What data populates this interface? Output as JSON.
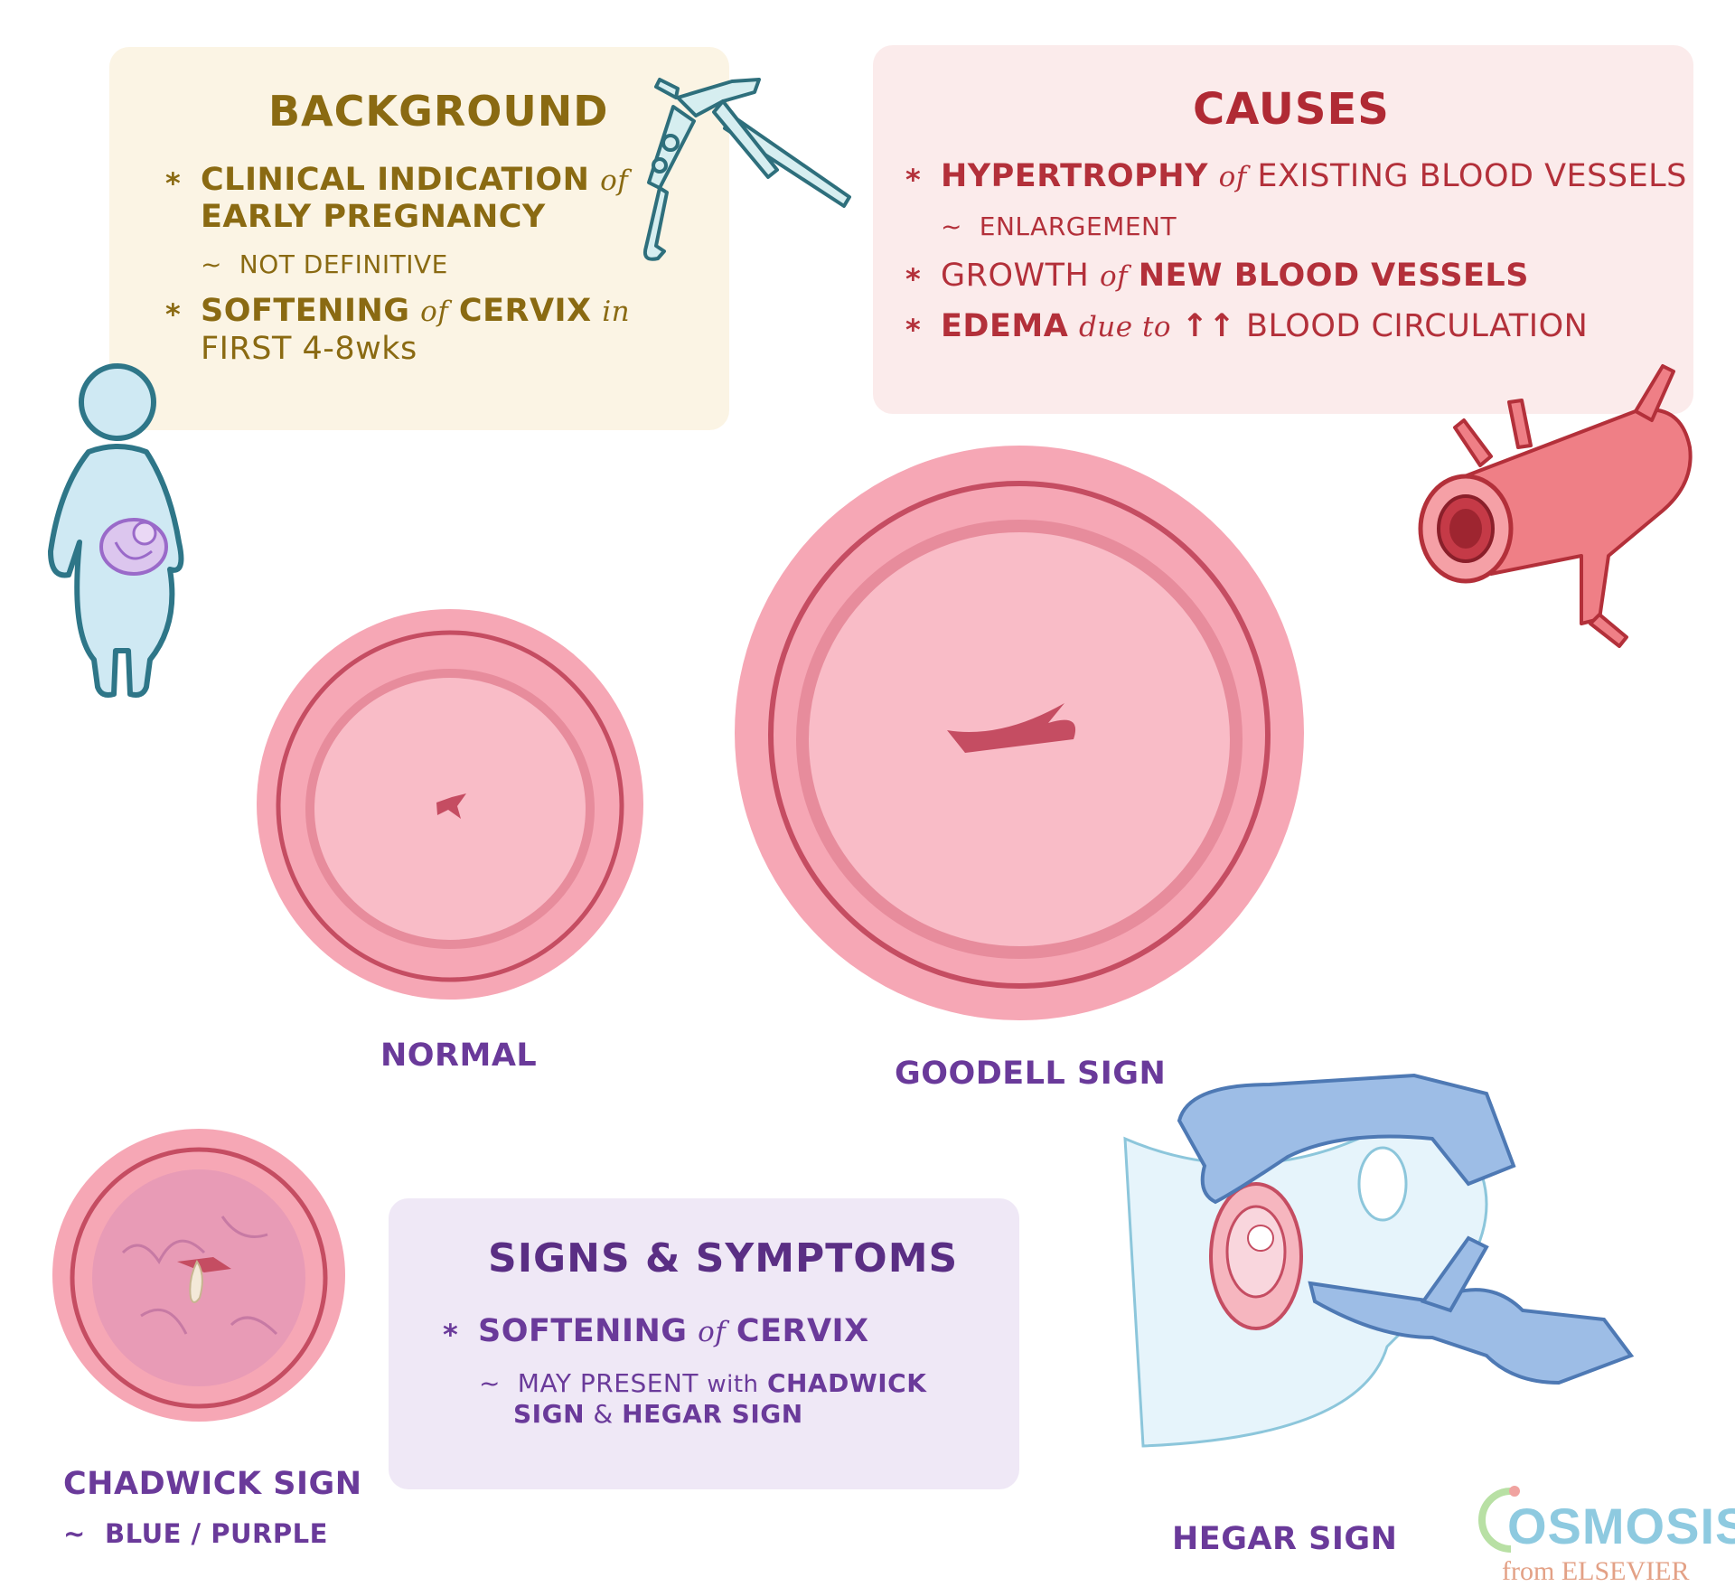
{
  "background": {
    "title": "BACKGROUND",
    "item1_bold": "CLINICAL INDICATION",
    "item1_of": "of",
    "item1_line2": "EARLY PREGNANCY",
    "item1_sub": "NOT DEFINITIVE",
    "item2_bold": "SOFTENING",
    "item2_of": "of",
    "item2_bold2": "CERVIX",
    "item2_in": "in",
    "item2_line2": "FIRST 4-8wks"
  },
  "causes": {
    "title": "CAUSES",
    "item1_bold": "HYPERTROPHY",
    "item1_of": "of",
    "item1_rest": "EXISTING BLOOD VESSELS",
    "item1_sub": "ENLARGEMENT",
    "item2_a": "GROWTH",
    "item2_of": "of",
    "item2_bold": "NEW BLOOD VESSELS",
    "item3_bold": "EDEMA",
    "item3_due": "due to",
    "item3_arrows": "↑↑",
    "item3_rest": "BLOOD CIRCULATION"
  },
  "signs": {
    "title": "SIGNS & SYMPTOMS",
    "item1_bold": "SOFTENING",
    "item1_of": "of",
    "item1_bold2": "CERVIX",
    "sub_a": "MAY PRESENT",
    "sub_with": "with",
    "sub_b": "CHADWICK",
    "sub_c": "SIGN",
    "sub_amp": "&",
    "sub_d": "HEGAR SIGN"
  },
  "labels": {
    "normal": "NORMAL",
    "goodell": "GOODELL SIGN",
    "chadwick": "CHADWICK SIGN",
    "chadwick_sub": "BLUE / PURPLE",
    "hegar": "HEGAR SIGN"
  },
  "logo": {
    "word": "OSMOSIS",
    "from": "from ELSEVIER"
  },
  "symbols": {
    "star": "*",
    "tilde": "~"
  },
  "colors": {
    "background_text": "#8a6a12",
    "causes_text": "#b3303a",
    "signs_text": "#6a3a9a",
    "tissue_pink": "#f4a9b6",
    "glove_blue": "#9dbde6"
  },
  "icons": [
    "speculum-icon",
    "pregnant-figure-icon",
    "blood-vessel-icon",
    "normal-cervix-icon",
    "goodell-cervix-icon",
    "chadwick-cervix-icon",
    "hegar-exam-icon",
    "osmosis-logo-icon"
  ]
}
